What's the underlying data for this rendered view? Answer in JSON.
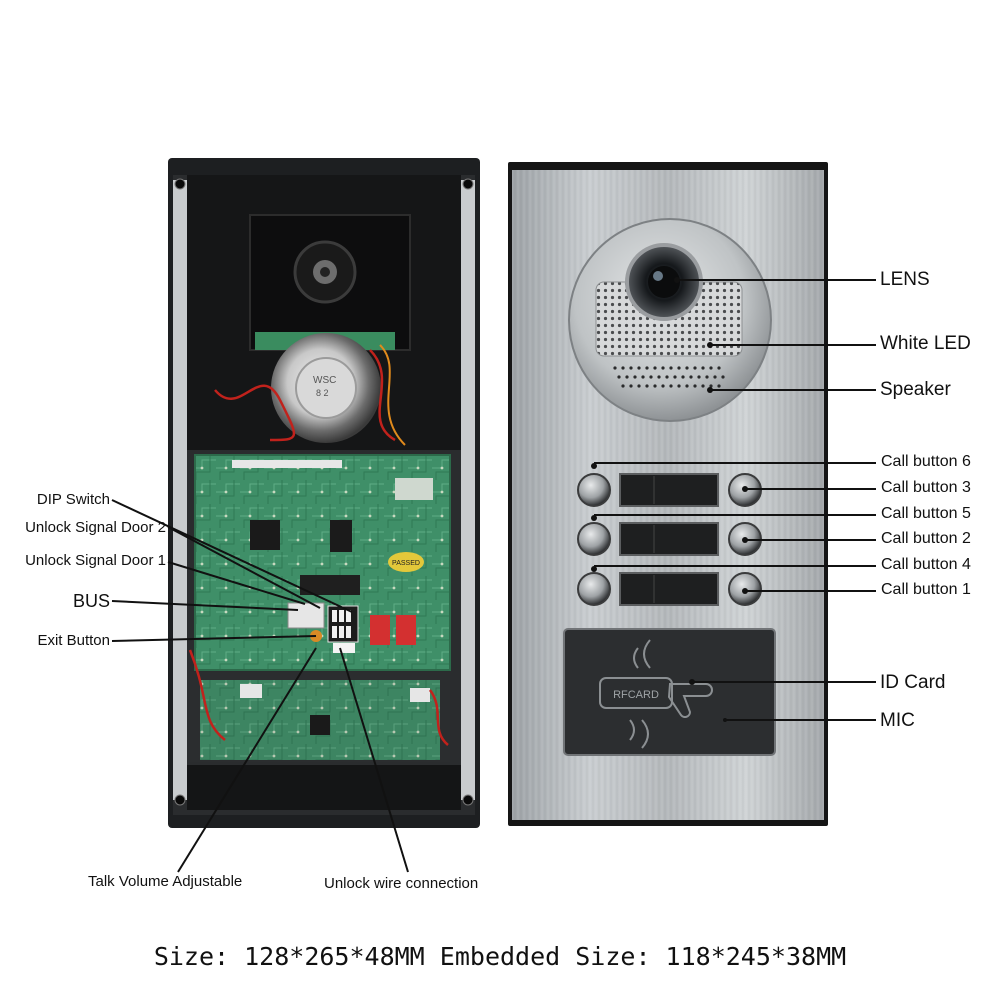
{
  "labels": {
    "lens": "LENS",
    "white_led": "White LED",
    "speaker": "Speaker",
    "call_button_6": "Call button 6",
    "call_button_3": "Call button 3",
    "call_button_5": "Call button 5",
    "call_button_2": "Call button 2",
    "call_button_4": "Call button 4",
    "call_button_1": "Call button 1",
    "id_card": "ID Card",
    "mic": "MIC",
    "dip_switch": "DIP Switch",
    "unlock_signal_door_2": "Unlock Signal Door 2",
    "unlock_signal_door_1": "Unlock Signal Door 1",
    "bus": "BUS",
    "exit_button": "Exit Button",
    "talk_volume": "Talk Volume Adjustable",
    "unlock_wire": "Unlock wire connection"
  },
  "device_text": {
    "rfcard": "RFCARD",
    "passed_sticker": "PASSED"
  },
  "caption": "Size: 128*265*48MM Embedded Size: 118*245*38MM"
}
